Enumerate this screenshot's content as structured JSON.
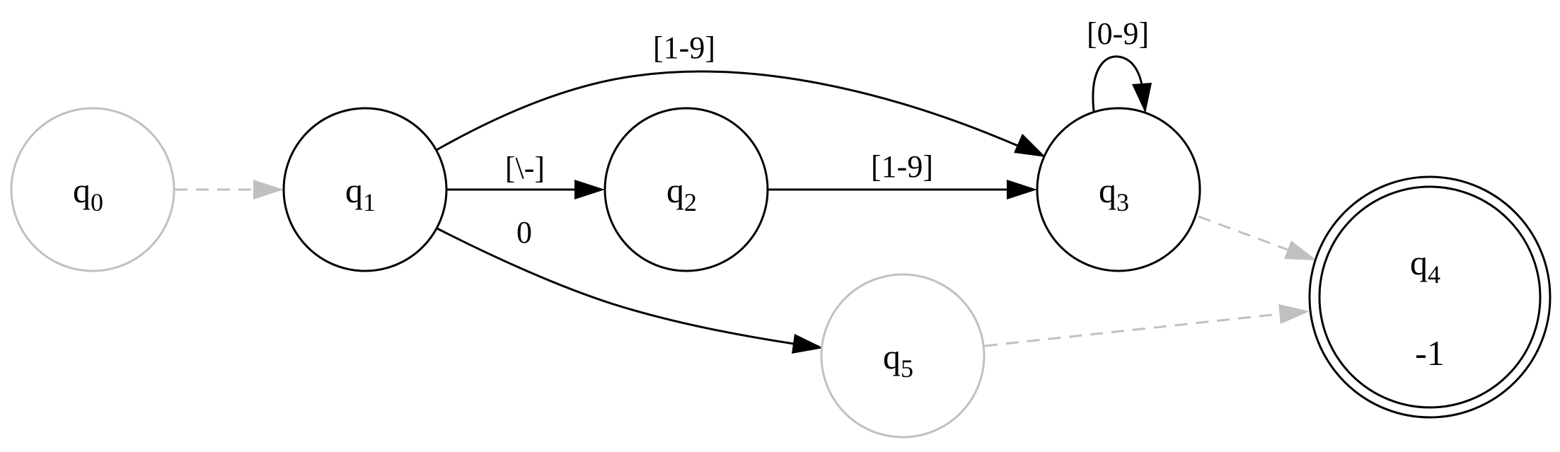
{
  "states": [
    {
      "id": "q0",
      "letter": "q",
      "sub": "0",
      "style": "inactive"
    },
    {
      "id": "q1",
      "letter": "q",
      "sub": "1",
      "style": "active"
    },
    {
      "id": "q2",
      "letter": "q",
      "sub": "2",
      "style": "active"
    },
    {
      "id": "q3",
      "letter": "q",
      "sub": "3",
      "style": "active"
    },
    {
      "id": "q4",
      "letter": "q",
      "sub": "4",
      "style": "active",
      "accepting": true,
      "output": "-1"
    },
    {
      "id": "q5",
      "letter": "q",
      "sub": "5",
      "style": "inactive"
    }
  ],
  "transitions": [
    {
      "id": "q0-q1",
      "from": "q0",
      "to": "q1",
      "label": "",
      "style": "dashed"
    },
    {
      "id": "q1-q2",
      "from": "q1",
      "to": "q2",
      "label": "[\\-]",
      "style": "solid"
    },
    {
      "id": "q1-q3",
      "from": "q1",
      "to": "q3",
      "label": "[1-9]",
      "style": "solid"
    },
    {
      "id": "q1-q5",
      "from": "q1",
      "to": "q5",
      "label": "0",
      "style": "solid"
    },
    {
      "id": "q2-q3",
      "from": "q2",
      "to": "q3",
      "label": "[1-9]",
      "style": "solid"
    },
    {
      "id": "q3-q3",
      "from": "q3",
      "to": "q3",
      "label": "[0-9]",
      "style": "solid"
    },
    {
      "id": "q3-q4",
      "from": "q3",
      "to": "q4",
      "label": "",
      "style": "dashed"
    },
    {
      "id": "q5-q4",
      "from": "q5",
      "to": "q4",
      "label": "",
      "style": "dashed"
    }
  ],
  "colors": {
    "active": "#000000",
    "inactive": "#c0c0c0",
    "background": "#ffffff"
  }
}
